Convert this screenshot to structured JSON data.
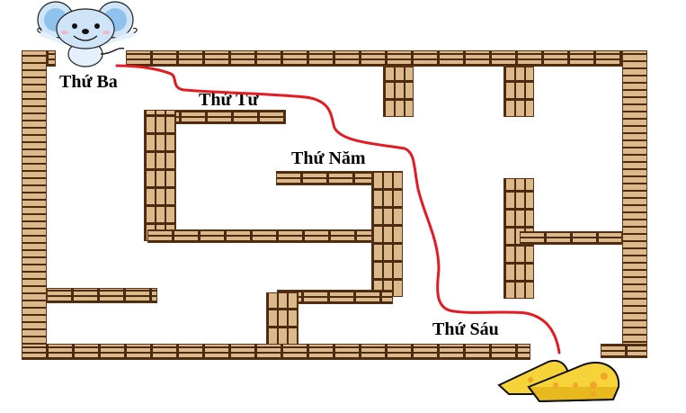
{
  "game": {
    "type": "maze",
    "description": "Mouse maze puzzle: path from mouse to cheese",
    "labels": {
      "day1": "Thứ Ba",
      "day2": "Thứ Tư",
      "day3": "Thứ Năm",
      "day4": "Thứ Sáu"
    },
    "characters": {
      "start": "mouse",
      "goal": "cheese"
    },
    "colors": {
      "brick_face": "#dcb98a",
      "mortar": "#4a2a10",
      "path": "#e31b23",
      "mouse_body": "#cfe4f7",
      "cheese": "#f7d33a"
    }
  }
}
